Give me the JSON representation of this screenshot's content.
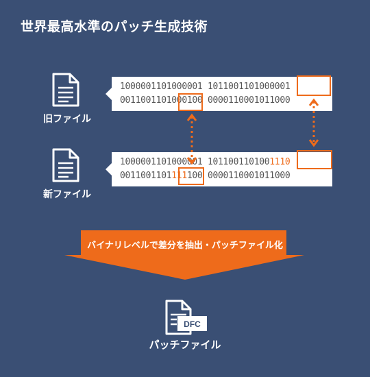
{
  "title": "世界最高水準のパッチ生成技術",
  "old_file": {
    "label": "旧ファイル",
    "line1": {
      "a": "1000001101000001 10110011010",
      "h": "",
      "b": "00001"
    },
    "line2": {
      "a": "0011001101000100 00001100010110",
      "h": "",
      "b": "00"
    }
  },
  "new_file": {
    "label": "新ファイル",
    "line1": {
      "a": "1000001101000001 101100110100",
      "h": "1110",
      "b": ""
    },
    "line2": {
      "a": "0011001101",
      "h": "111",
      "b": "100 0000110001011000"
    }
  },
  "banner_text": "バイナリレベルで差分を抽出・パッチファイル化",
  "patch_file": {
    "label": "パッチファイル",
    "badge": "DFC"
  },
  "colors": {
    "background": "#3a4f74",
    "accent": "#ee6b1b",
    "text": "#ffffff"
  },
  "icons": [
    "document-icon",
    "dfc-document-icon"
  ]
}
